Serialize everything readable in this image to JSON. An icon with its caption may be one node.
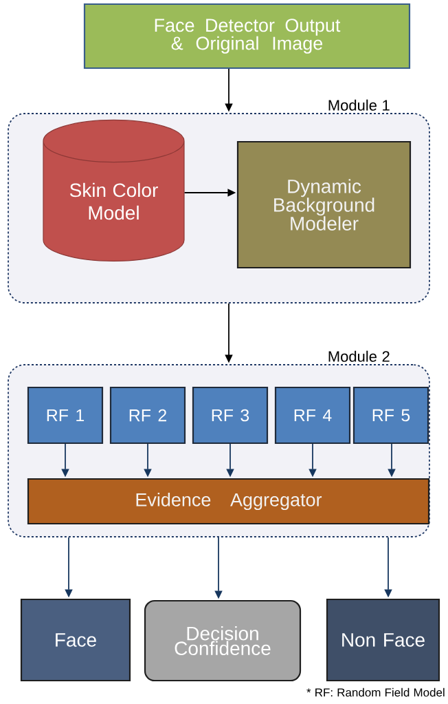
{
  "diagram": {
    "nodes": [
      {
        "text": [
          "Face Detector Output & Original Image"
        ]
      },
      {
        "text": [
          "Module 1"
        ]
      },
      {
        "text": [
          "Skin Color Model"
        ],
        "in": 1
      },
      {
        "text": [
          "Dynamic Background Modeler"
        ],
        "in": 1
      },
      {
        "text": [
          "Module 2"
        ]
      },
      {
        "text": [
          "RF 1"
        ],
        "in": 4
      },
      {
        "text": [
          "RF 2"
        ],
        "in": 4
      },
      {
        "text": [
          "RF 3"
        ],
        "in": 4
      },
      {
        "text": [
          "RF 4"
        ],
        "in": 4
      },
      {
        "text": [
          "RF 5"
        ],
        "in": 4
      },
      {
        "text": [
          "Evidence Aggregator"
        ],
        "in": 4
      },
      {
        "text": [
          "Face"
        ]
      },
      {
        "text": [
          "Decision Confidence"
        ]
      },
      {
        "text": [
          "Non Face"
        ]
      }
    ],
    "edges": [
      {
        "from": 0,
        "to": 1,
        "arrow": "to",
        "color": "#000000"
      },
      {
        "from": 2,
        "to": 3,
        "arrow": "to",
        "color": "#000000"
      },
      {
        "from": 1,
        "to": 4,
        "arrow": "to",
        "color": "#000000"
      },
      {
        "from": 5,
        "to": 10,
        "arrow": "to"
      },
      {
        "from": 6,
        "to": 10,
        "arrow": "to"
      },
      {
        "from": 7,
        "to": 10,
        "arrow": "to"
      },
      {
        "from": 8,
        "to": 10,
        "arrow": "to"
      },
      {
        "from": 9,
        "to": 10,
        "arrow": "to"
      },
      {
        "from": 4,
        "to": 11,
        "arrow": "to"
      },
      {
        "from": 4,
        "to": 12,
        "arrow": "to"
      },
      {
        "from": 4,
        "to": 13,
        "arrow": "to"
      }
    ],
    "labels": [
      "* RF: Random Field Model"
    ]
  }
}
